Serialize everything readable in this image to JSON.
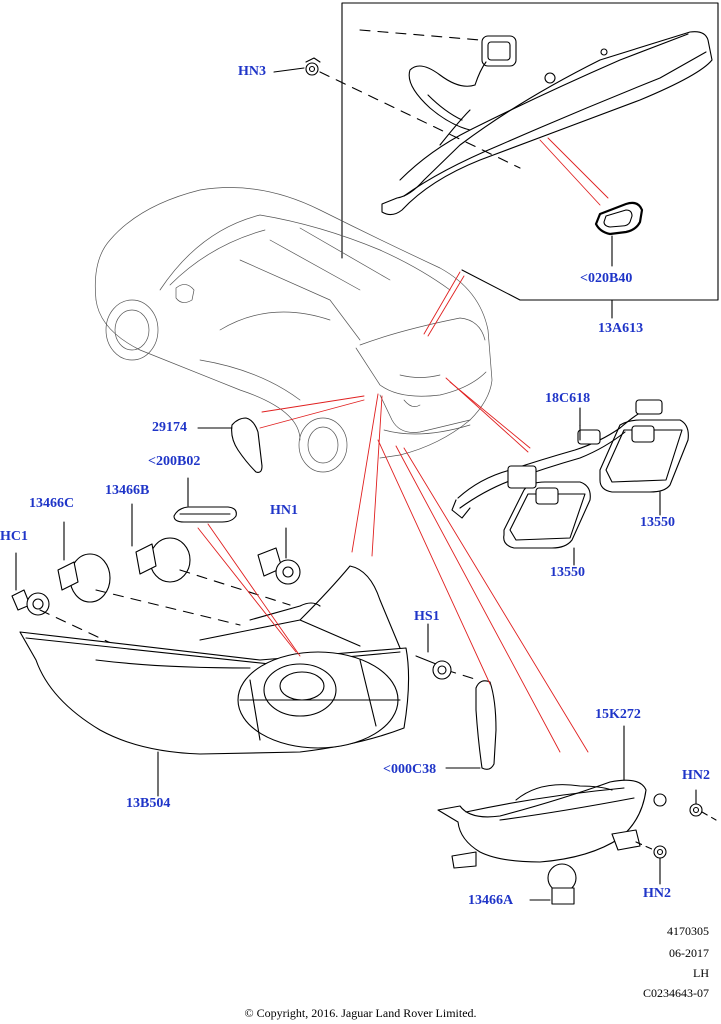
{
  "callouts": {
    "hn3": "HN3",
    "b020b40": "<020B40",
    "a13a613": "13A613",
    "c18c618": "18C618",
    "p29174": "29174",
    "b200b02": "<200B02",
    "p13466c": "13466C",
    "p13466b": "13466B",
    "hn1": "HN1",
    "hc1": "HC1",
    "p13550a": "13550",
    "p13550b": "13550",
    "hs1": "HS1",
    "c000c38": "<000C38",
    "p13b504": "13B504",
    "k15k272": "15K272",
    "hn2a": "HN2",
    "hn2b": "HN2",
    "p13466a": "13466A"
  },
  "meta": {
    "number": "4170305",
    "date": "06-2017",
    "side": "LH",
    "code": "C0234643-07"
  },
  "copyright": "© Copyright, 2016. Jaguar Land Rover Limited.",
  "colors": {
    "callout": "#1f35c8",
    "leader_red": "#e02020",
    "line": "#000000"
  }
}
